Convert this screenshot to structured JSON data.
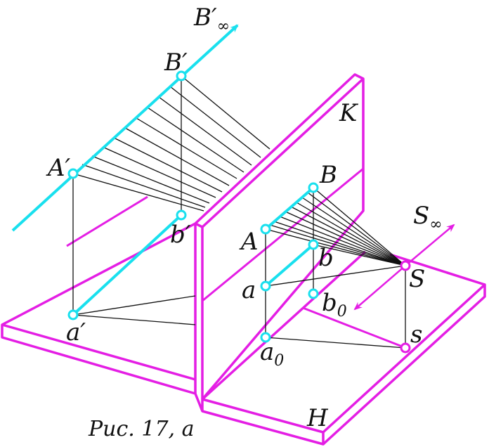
{
  "figure": {
    "caption": "Рис. 17, а",
    "colors": {
      "planes": "#e41ee4",
      "lines": "#19e0ee",
      "rays": "#111111",
      "background": "#ffffff"
    },
    "labels": {
      "B_inf_prime": "B′",
      "B_inf_sub": "∞",
      "B_prime": "B′",
      "A_prime": "A′",
      "b_prime": "b′",
      "a_prime": "a′",
      "K": "K",
      "B": "B",
      "A": "A",
      "b": "b",
      "a": "a",
      "b0": "b",
      "b0_sub": "0",
      "a0": "a",
      "a0_sub": "0",
      "S_inf": "S",
      "S_inf_sub": "∞",
      "S": "S",
      "s": "s",
      "H": "H"
    }
  }
}
